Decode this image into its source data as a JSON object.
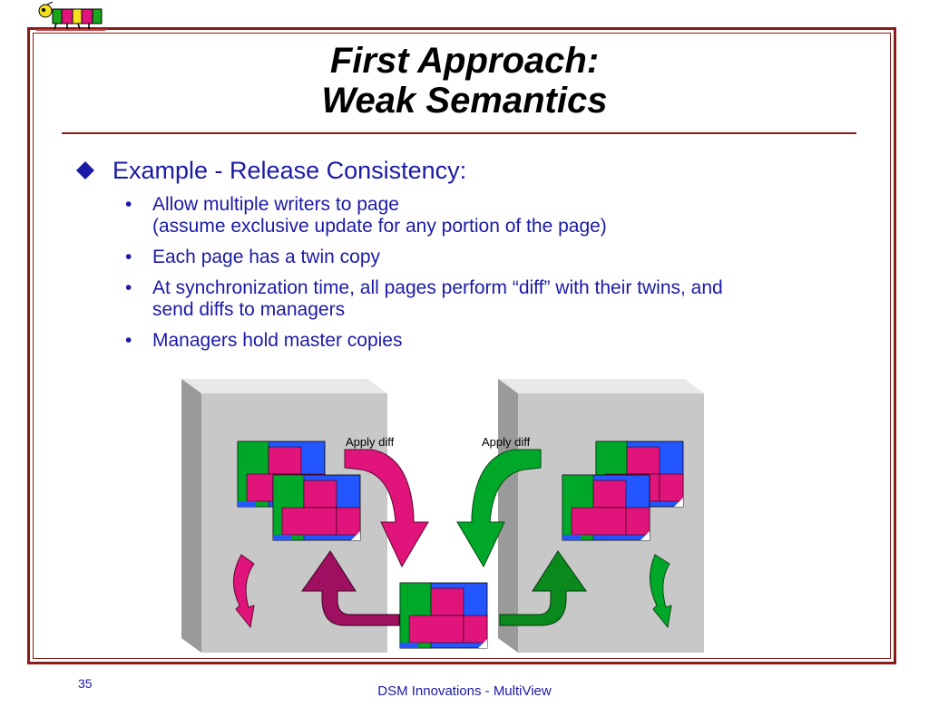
{
  "slide": {
    "title_line1": "First Approach:",
    "title_line2": "Weak Semantics",
    "main_bullet": "Example - Release Consistency:",
    "sub_bullets": [
      {
        "lines": [
          "Allow multiple writers to page",
          "(assume exclusive update for any portion of the page)"
        ]
      },
      {
        "lines": [
          "Each page has a twin copy"
        ]
      },
      {
        "lines": [
          "At synchronization time, all pages perform “diff” with their twins, and",
          "send diffs to managers"
        ]
      },
      {
        "lines": [
          "Managers hold master copies"
        ]
      }
    ],
    "bullet_glyph": "•",
    "diagram": {
      "left_label": "Apply diff",
      "right_label": "Apply diff"
    },
    "slide_number": "35",
    "footer": "DSM Innovations  - MultiView"
  },
  "colors": {
    "frame": "#8b1a1a",
    "text_blue": "#1a1aa6",
    "magenta": "#e0147a",
    "green": "#00a82a",
    "blue": "#2456ff",
    "arrow_magenta": "#8b0a4a",
    "arrow_green": "#0a7a18",
    "slab_gray": "#c8c8c8"
  },
  "icons": {
    "logo": "ant-logo-icon",
    "main_bullet": "diamond-bullet-icon"
  }
}
